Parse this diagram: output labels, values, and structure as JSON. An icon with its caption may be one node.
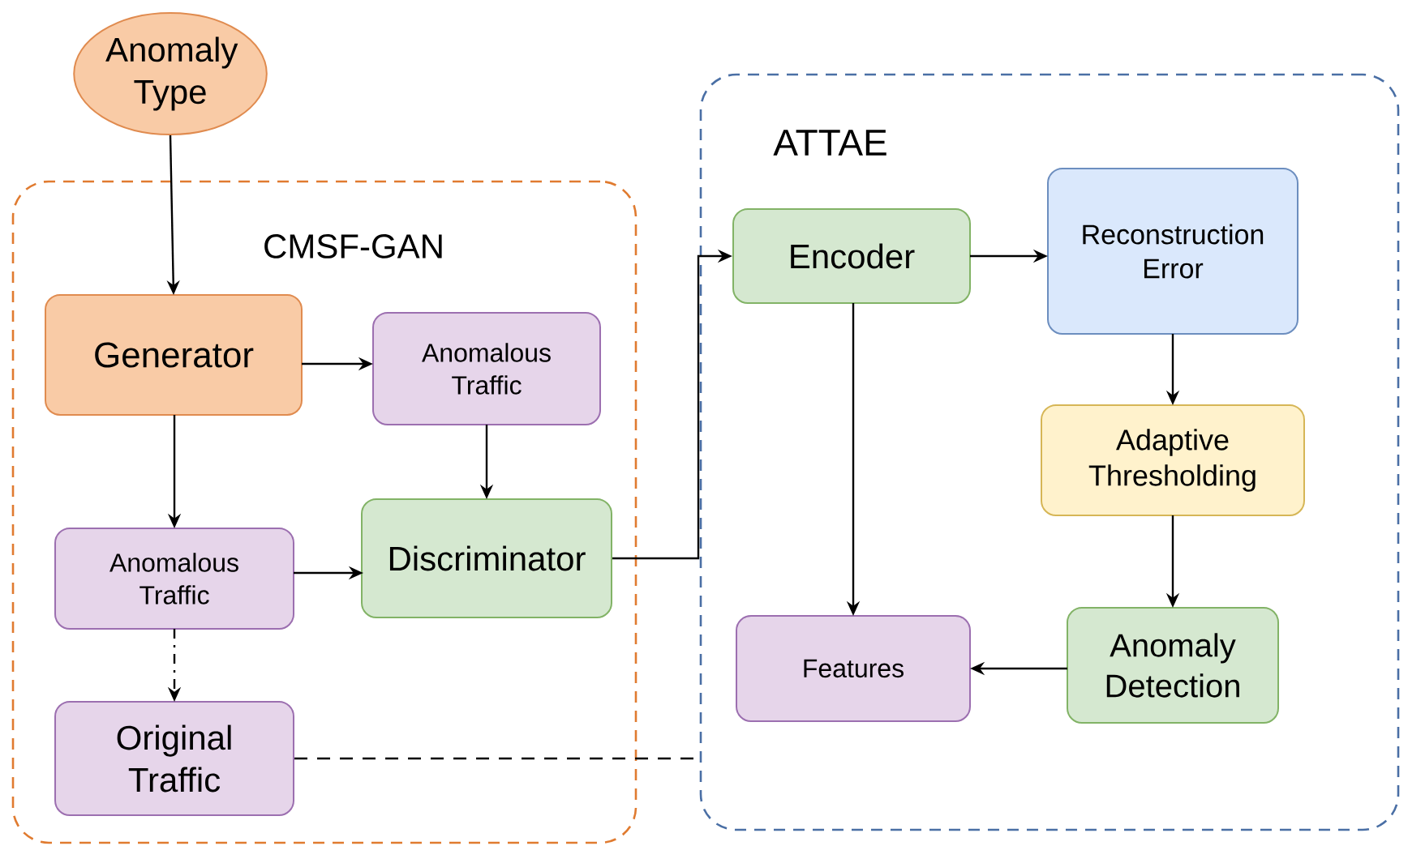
{
  "diagram": {
    "nodes": [
      {
        "text": [
          "Anomaly Type"
        ]
      },
      {
        "text": [
          "CMSF-GAN"
        ]
      },
      {
        "text": [
          "Generator"
        ],
        "in": 1
      },
      {
        "text": [
          "Anomalous Traffic"
        ],
        "in": 1
      },
      {
        "text": [
          "Anomalous Traffic"
        ],
        "in": 1
      },
      {
        "text": [
          "Discriminator"
        ],
        "in": 1
      },
      {
        "text": [
          "Original Traffic"
        ],
        "in": 1
      },
      {
        "text": [
          "ATTAE"
        ]
      },
      {
        "text": [
          "Encoder"
        ],
        "in": 7
      },
      {
        "text": [
          "Reconstruction Error"
        ],
        "in": 7
      },
      {
        "text": [
          "Adaptive Thresholding"
        ],
        "in": 7
      },
      {
        "text": [
          "Features"
        ],
        "in": 7
      },
      {
        "text": [
          "Anomaly Detection"
        ],
        "in": 7
      }
    ],
    "edges": [
      {
        "from": 0,
        "to": 2,
        "arrow": "to"
      },
      {
        "from": 2,
        "to": 3,
        "arrow": "to"
      },
      {
        "from": 2,
        "to": 4,
        "arrow": "to"
      },
      {
        "from": 3,
        "to": 5,
        "arrow": "to"
      },
      {
        "from": 4,
        "to": 5,
        "arrow": "to"
      },
      {
        "from": 4,
        "to": 6,
        "arrow": "to",
        "style": "dashed"
      },
      {
        "from": 5,
        "to": 8,
        "arrow": "to"
      },
      {
        "from": 8,
        "to": 9,
        "arrow": "to"
      },
      {
        "from": 9,
        "to": 10,
        "arrow": "to"
      },
      {
        "from": 10,
        "to": 12,
        "arrow": "to"
      },
      {
        "from": 12,
        "to": 11,
        "arrow": "to"
      },
      {
        "from": 8,
        "to": 11,
        "arrow": "to"
      },
      {
        "from": 6,
        "to": 7,
        "arrow": "none",
        "style": "dashed"
      }
    ]
  }
}
